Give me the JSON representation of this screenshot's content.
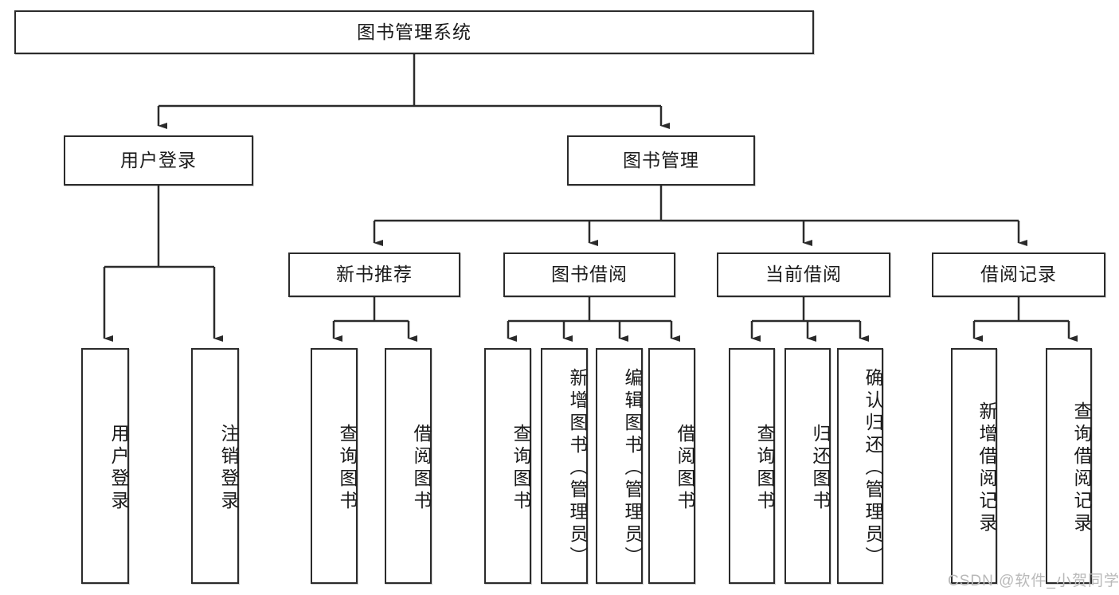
{
  "diagram": {
    "title_node": {
      "label": "图书管理系统"
    },
    "level2": [
      {
        "id": "user-login",
        "label": "用户登录"
      },
      {
        "id": "book-manage",
        "label": "图书管理"
      }
    ],
    "level3": [
      {
        "id": "new-book-recommend",
        "label": "新书推荐"
      },
      {
        "id": "book-borrow",
        "label": "图书借阅"
      },
      {
        "id": "current-borrow",
        "label": "当前借阅"
      },
      {
        "id": "borrow-record",
        "label": "借阅记录"
      }
    ],
    "leaves": {
      "user_login": [
        {
          "id": "leaf-user-login",
          "label": "用户登录"
        },
        {
          "id": "leaf-logout-login",
          "label": "注销登录"
        }
      ],
      "new_book_recommend": [
        {
          "id": "leaf-query-book-1",
          "label": "查询图书"
        },
        {
          "id": "leaf-borrow-book-1",
          "label": "借阅图书"
        }
      ],
      "book_borrow": [
        {
          "id": "leaf-query-book-2",
          "label": "查询图书"
        },
        {
          "id": "leaf-add-book",
          "label": "新增图书（管理员）"
        },
        {
          "id": "leaf-edit-book",
          "label": "编辑图书（管理员）"
        },
        {
          "id": "leaf-borrow-book-2",
          "label": "借阅图书"
        }
      ],
      "current_borrow": [
        {
          "id": "leaf-query-book-3",
          "label": "查询图书"
        },
        {
          "id": "leaf-return-book",
          "label": "归还图书"
        },
        {
          "id": "leaf-confirm-return",
          "label": "确认归还（管理员）"
        }
      ],
      "borrow_record": [
        {
          "id": "leaf-add-record",
          "label": "新增借阅记录"
        },
        {
          "id": "leaf-query-record",
          "label": "查询借阅记录"
        }
      ]
    },
    "colors": {
      "stroke": "#2b2b2b",
      "fill": "#ffffff",
      "text": "#1a1a1a",
      "watermark": "#b9b9b9"
    }
  },
  "watermark": {
    "text": "CSDN @软件_小贺同学"
  }
}
